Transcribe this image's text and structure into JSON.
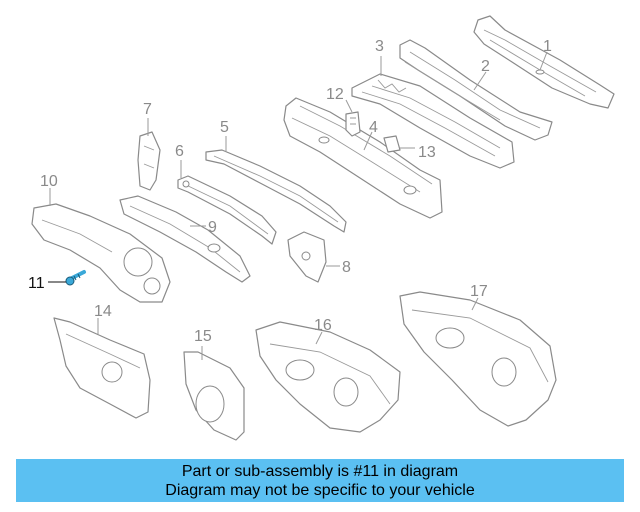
{
  "diagram": {
    "callouts": [
      {
        "id": "1",
        "label": "1"
      },
      {
        "id": "2",
        "label": "2"
      },
      {
        "id": "3",
        "label": "3"
      },
      {
        "id": "4",
        "label": "4"
      },
      {
        "id": "5",
        "label": "5"
      },
      {
        "id": "6",
        "label": "6"
      },
      {
        "id": "7",
        "label": "7"
      },
      {
        "id": "8",
        "label": "8"
      },
      {
        "id": "9",
        "label": "9"
      },
      {
        "id": "10",
        "label": "10"
      },
      {
        "id": "11",
        "label": "11"
      },
      {
        "id": "12",
        "label": "12"
      },
      {
        "id": "13",
        "label": "13"
      },
      {
        "id": "14",
        "label": "14"
      },
      {
        "id": "15",
        "label": "15"
      },
      {
        "id": "16",
        "label": "16"
      },
      {
        "id": "17",
        "label": "17"
      }
    ],
    "highlighted_part": "11",
    "highlight_color": "#111111",
    "line_color": "#8a8a8a",
    "bolt_color": "#3aa8d8"
  },
  "banner": {
    "line1": "Part or sub-assembly is #11 in diagram",
    "line2": "Diagram may not be specific to your vehicle",
    "background": "#5bc0f2"
  }
}
